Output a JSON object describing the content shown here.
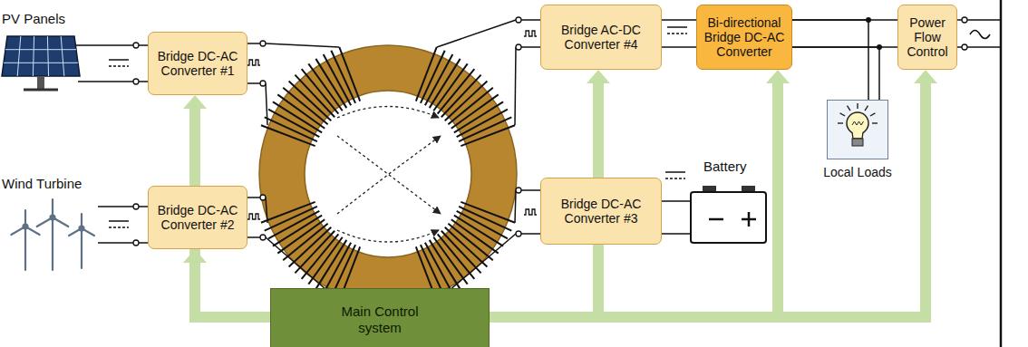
{
  "diagram": {
    "nodes": [
      {
        "text": [
          "Bridge DC-AC Converter #1"
        ]
      },
      {
        "text": [
          "Bridge DC-AC Converter #2"
        ]
      },
      {
        "text": [
          "Bridge AC-DC Converter #4"
        ]
      },
      {
        "text": [
          "Bridge DC-AC Converter #3"
        ]
      },
      {
        "text": [
          "Bi-directional Bridge DC-AC Converter"
        ]
      },
      {
        "text": [
          "Power Flow Control"
        ]
      },
      {
        "text": [
          "Local Loads"
        ]
      },
      {
        "text": [
          "Main Control system"
        ]
      }
    ],
    "edges": [
      {
        "from": 2,
        "to": 4,
        "arrow": "none"
      },
      {
        "from": 4,
        "to": 5,
        "arrow": "none"
      },
      {
        "from": 4,
        "to": 6,
        "arrow": "none"
      },
      {
        "from": 7,
        "to": 0,
        "arrow": "to"
      },
      {
        "from": 7,
        "to": 1,
        "arrow": "to"
      },
      {
        "from": 7,
        "to": 2,
        "arrow": "to"
      },
      {
        "from": 7,
        "to": 4,
        "arrow": "to"
      },
      {
        "from": 7,
        "to": 5,
        "arrow": "to"
      }
    ],
    "labels": [
      "PV Panels",
      "Wind Turbine",
      "Battery"
    ]
  }
}
